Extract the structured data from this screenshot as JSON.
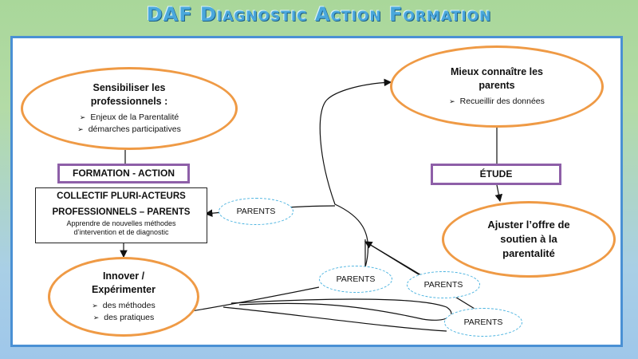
{
  "title": "DAF  Diagnostic Action Formation",
  "colors": {
    "accent_orange": "#ef9a45",
    "purple": "#8e5fa8",
    "frame_blue": "#4a90d4",
    "dashed_blue": "#4ab3e0"
  },
  "sensibiliser": {
    "heading": "Sensibiliser les professionnels :",
    "items": [
      "Enjeux de la Parentalité",
      "démarches participatives"
    ]
  },
  "formation_action": "FORMATION - ACTION",
  "collectif": {
    "line1": "COLLECTIF PLURI-ACTEURS",
    "line2": "PROFESSIONNELS – PARENTS",
    "sub1": "Apprendre de nouvelles méthodes",
    "sub2": "d’intervention et de diagnostic"
  },
  "innover": {
    "heading": "Innover / Expérimenter",
    "items": [
      "des méthodes",
      "des pratiques"
    ]
  },
  "mieux": {
    "heading": "Mieux connaître les parents",
    "items": [
      "Recueillir des données"
    ]
  },
  "etude": "ÉTUDE",
  "ajuster": {
    "heading": "Ajuster l’offre de soutien à la parentalité"
  },
  "parents_labels": [
    "PARENTS",
    "PARENTS",
    "PARENTS",
    "PARENTS"
  ]
}
